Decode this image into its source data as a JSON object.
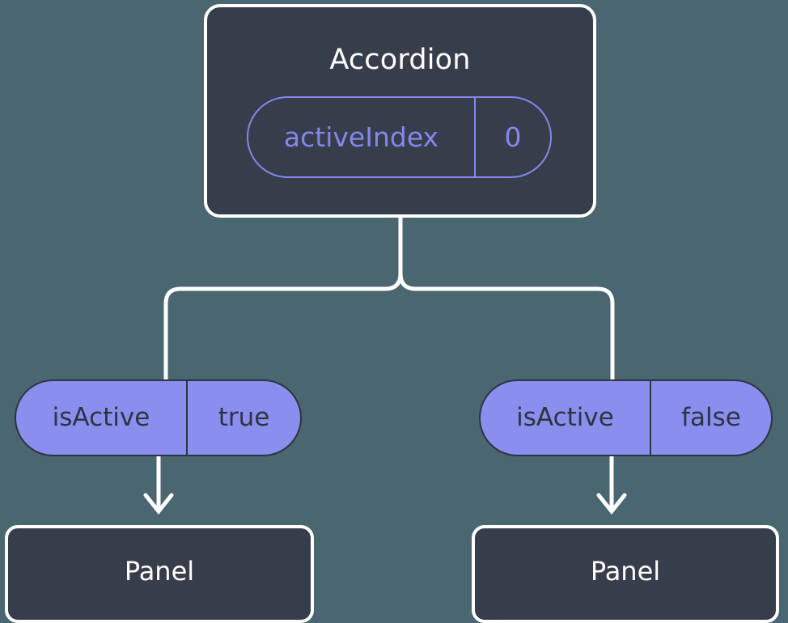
{
  "diagram": {
    "type": "component-tree",
    "title": "Accordion component state propagation",
    "background_color": "#4a6670",
    "root": {
      "name": "root-component",
      "label": "Accordion",
      "box_fill": "#383d4c",
      "box_border": "#ffffff",
      "state_badge": {
        "key": "activeIndex",
        "value": "0",
        "style": "outlined",
        "accent_color": "#8287ea"
      }
    },
    "children": [
      {
        "name": "child-panel-left",
        "position": "left",
        "prop_badge": {
          "key": "isActive",
          "value": "true",
          "style": "solid",
          "fill_color": "#8a8eef",
          "text_color": "#2e3440"
        },
        "label": "Panel",
        "box_fill": "#383d4c",
        "box_border": "#ffffff",
        "connector": "arrow-down"
      },
      {
        "name": "child-panel-right",
        "position": "right",
        "prop_badge": {
          "key": "isActive",
          "value": "false",
          "style": "solid",
          "fill_color": "#8a8eef",
          "text_color": "#2e3440"
        },
        "label": "Panel",
        "box_fill": "#383d4c",
        "box_border": "#ffffff",
        "connector": "arrow-down"
      }
    ],
    "edges": {
      "fork_color": "#ffffff",
      "arrow_color": "#ffffff",
      "stroke_width": 5
    }
  }
}
